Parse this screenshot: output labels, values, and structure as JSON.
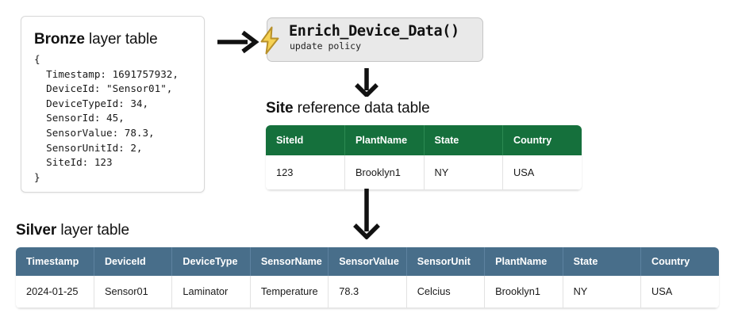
{
  "bronze": {
    "title_strong": "Bronze",
    "title_rest": " layer table",
    "json_text": "{\n  Timestamp: 1691757932,\n  DeviceId: \"Sensor01\",\n  DeviceTypeId: 34,\n  SensorId: 45,\n  SensorValue: 78.3,\n  SensorUnitId: 2,\n  SiteId: 123\n}"
  },
  "function": {
    "name": "Enrich_Device_Data()",
    "subtitle": "update policy",
    "icon": "lightning-bolt-icon",
    "box_color": "#e9e9e9",
    "bolt_color": "#f5cf4e"
  },
  "arrows": {
    "bronze_to_function": "arrow-right-icon",
    "function_to_site": "arrow-down-icon",
    "site_to_silver": "arrow-down-icon"
  },
  "site_table": {
    "title_strong": "Site",
    "title_rest": " reference data table",
    "header_color": "#15703c",
    "columns": [
      "SiteId",
      "PlantName",
      "State",
      "Country"
    ],
    "rows": [
      [
        "123",
        "Brooklyn1",
        "NY",
        "USA"
      ]
    ]
  },
  "silver_table": {
    "title_strong": "Silver",
    "title_rest": " layer table",
    "header_color": "#486e8a",
    "columns": [
      "Timestamp",
      "DeviceId",
      "DeviceType",
      "SensorName",
      "SensorValue",
      "SensorUnit",
      "PlantName",
      "State",
      "Country"
    ],
    "rows": [
      [
        "2024-01-25",
        "Sensor01",
        "Laminator",
        "Temperature",
        "78.3",
        "Celcius",
        "Brooklyn1",
        "NY",
        "USA"
      ]
    ]
  }
}
